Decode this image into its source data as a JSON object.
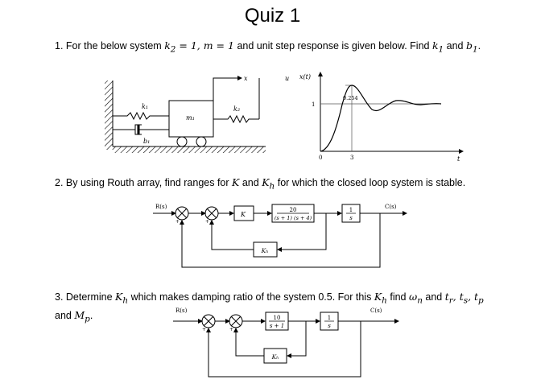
{
  "title": "Quiz 1",
  "q1": {
    "number": "1.",
    "text_a": "For the below system",
    "k2": "k",
    "k2_sub": "2",
    "eq1": " = 1, m = 1",
    "text_b": "and unit step response is given below. Find",
    "k1": "k",
    "k1_sub": "1",
    "and": "and",
    "b1": "b",
    "b1_sub": "1",
    "end": "."
  },
  "mech": {
    "k1": "k₁",
    "m1": "m₁",
    "k2": "k₂",
    "b1": "b₁",
    "x_label": "x",
    "u_label": "u"
  },
  "response": {
    "ylabel": "x(t)",
    "ytick": "1",
    "peak_label": "0.254",
    "x0": "0",
    "x3": "3",
    "t": "t"
  },
  "q2": {
    "text_a": "2. By using Routh array, find ranges for",
    "K": "K",
    "and": "and",
    "Kh": "K",
    "Kh_sub": "h",
    "text_b": "for which the closed loop system is stable."
  },
  "bd1": {
    "input": "R(s)",
    "output": "C(s)",
    "gain": "K",
    "tf_num": "20",
    "tf_den": "(s + 1) (s + 4)",
    "int_num": "1",
    "int_den": "s",
    "feedback": "Kₕ"
  },
  "q3": {
    "text_a": "3. Determine",
    "Kh": "K",
    "Kh_sub": "h",
    "text_b": "which makes damping ratio of the system 0.5. For this",
    "text_c": "find",
    "wn": "ω",
    "wn_sub": "n",
    "and": "and",
    "tr": "t",
    "tr_sub": "r",
    "ts": "t",
    "ts_sub": "s",
    "tp": "t",
    "tp_sub": "p",
    "line2": "and",
    "Mp": "M",
    "Mp_sub": "p",
    "end": "."
  },
  "bd2": {
    "input": "R(s)",
    "output": "C(s)",
    "tf_num": "10",
    "tf_den": "s + 1",
    "int_num": "1",
    "int_den": "s",
    "feedback": "Kₕ"
  }
}
